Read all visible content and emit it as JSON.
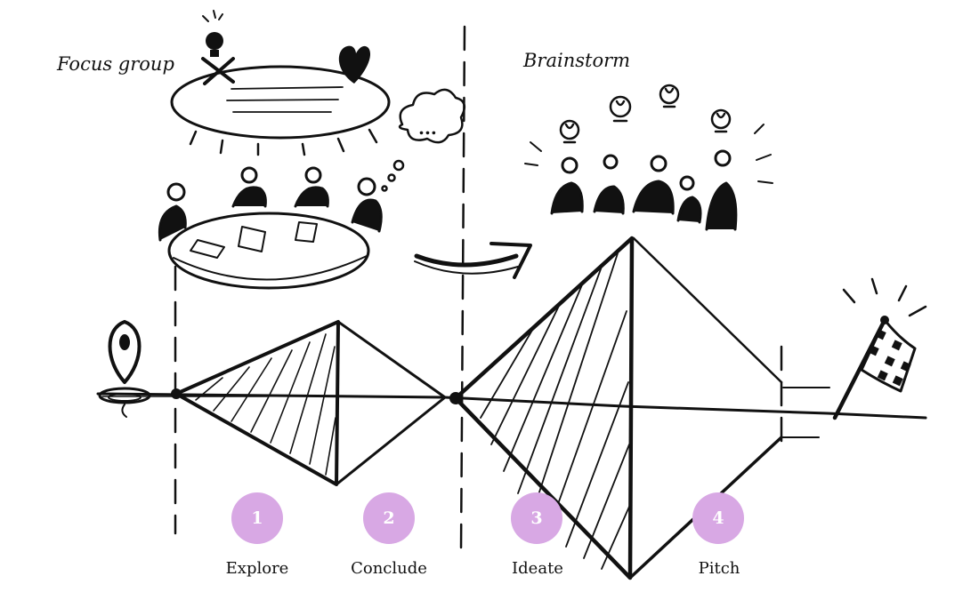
{
  "titles": {
    "focus_group": "Focus group",
    "brainstorm": "Brainstorm"
  },
  "phases": [
    {
      "number": "1",
      "label": "Explore"
    },
    {
      "number": "2",
      "label": "Conclude"
    },
    {
      "number": "3",
      "label": "Ideate"
    },
    {
      "number": "4",
      "label": "Pitch"
    }
  ],
  "thought_bubble_text": "...",
  "colors": {
    "badge": "#D8A8E4",
    "ink": "#111111",
    "background": "#FFFFFF"
  },
  "icons": {
    "start": "map-pin-icon",
    "finish": "checkered-flag-icon",
    "ideas": "lightbulb-icon",
    "likes": "heart-icon"
  }
}
